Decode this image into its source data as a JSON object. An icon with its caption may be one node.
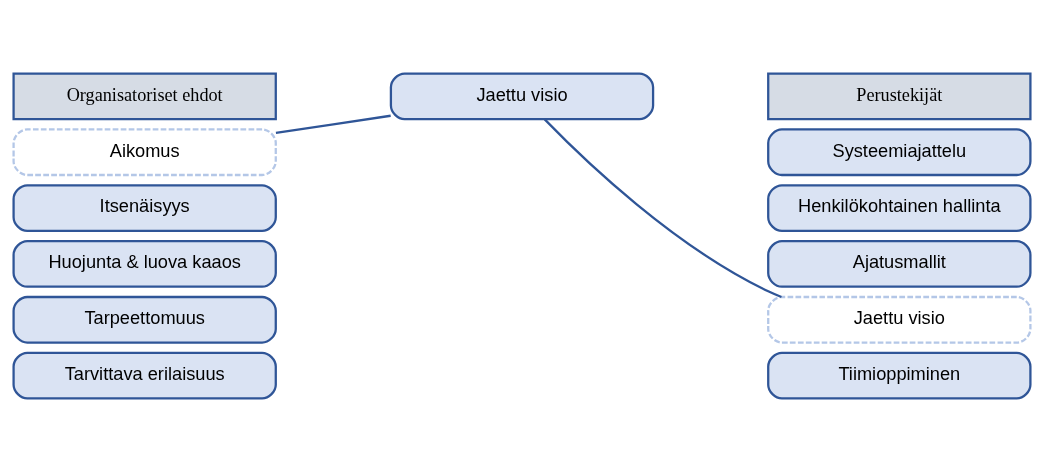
{
  "diagram": {
    "nodes": [
      {
        "text": [
          "Organisatoriset ehdot"
        ]
      },
      {
        "text": [
          "Perustekijät"
        ]
      },
      {
        "text": [
          "Jaettu visio"
        ]
      },
      {
        "text": [
          "Aikomus"
        ]
      },
      {
        "text": [
          "Itsenäisyys"
        ]
      },
      {
        "text": [
          "Huojunta & luova kaaos"
        ]
      },
      {
        "text": [
          "Tarpeettomuus"
        ]
      },
      {
        "text": [
          "Tarvittava erilaisuus"
        ]
      },
      {
        "text": [
          "Systeemiajattelu"
        ]
      },
      {
        "text": [
          "Henkilökohtainen hallinta"
        ]
      },
      {
        "text": [
          "Ajatusmallit"
        ]
      },
      {
        "text": [
          "Jaettu visio"
        ]
      },
      {
        "text": [
          "Tiimioppiminen"
        ]
      }
    ],
    "edges": [
      {
        "from": 2,
        "to": 3,
        "arrow": "none"
      },
      {
        "from": 2,
        "to": 11,
        "arrow": "none"
      }
    ]
  }
}
